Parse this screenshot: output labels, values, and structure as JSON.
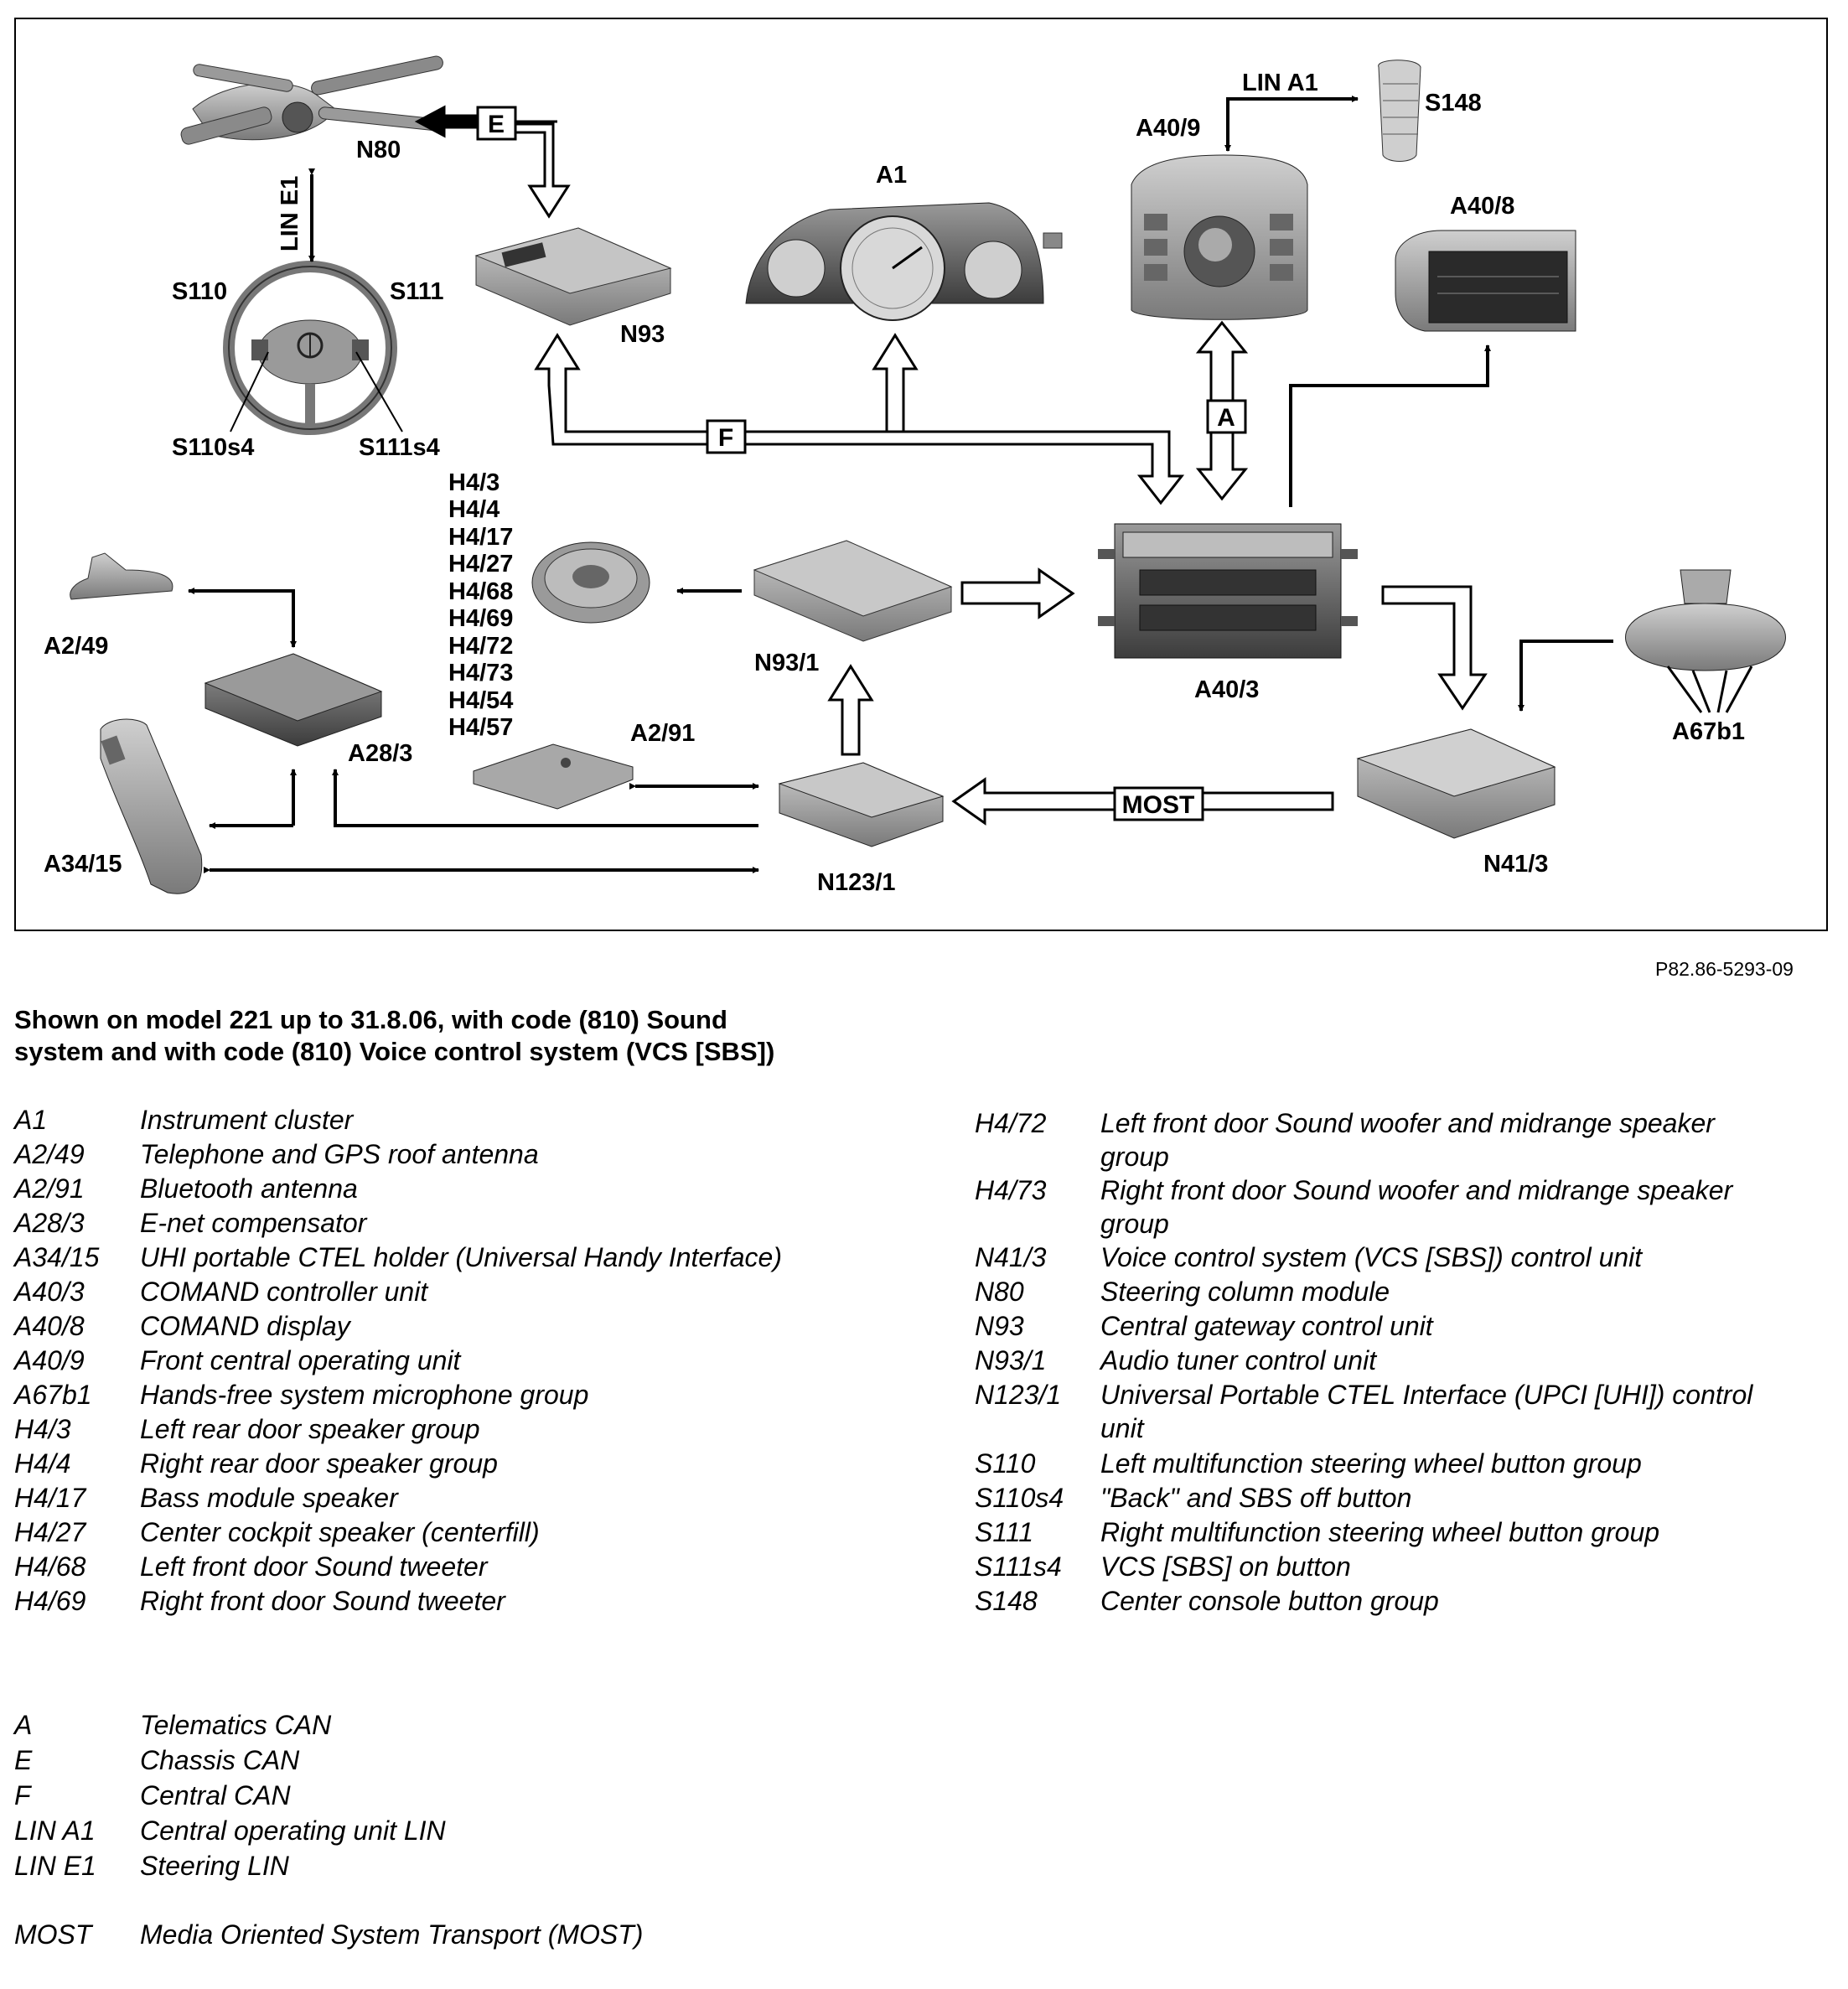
{
  "diagram": {
    "components": {
      "N80": "N80",
      "S110": "S110",
      "S111": "S111",
      "S110s4": "S110s4",
      "S111s4": "S111s4",
      "N93": "N93",
      "A1": "A1",
      "A40_9": "A40/9",
      "S148": "S148",
      "A40_8": "A40/8",
      "A40_3": "A40/3",
      "N93_1": "N93/1",
      "A2_49": "A2/49",
      "A28_3": "A28/3",
      "A34_15": "A34/15",
      "A2_91": "A2/91",
      "N123_1": "N123/1",
      "N41_3": "N41/3",
      "A67b1": "A67b1"
    },
    "speaker_codes": [
      "H4/3",
      "H4/4",
      "H4/17",
      "H4/27",
      "H4/68",
      "H4/69",
      "H4/72",
      "H4/73",
      "H4/54",
      "H4/57"
    ],
    "bus_labels": {
      "E": "E",
      "F": "F",
      "A": "A",
      "MOST": "MOST",
      "LIN_A1": "LIN A1",
      "LIN_E1": "LIN E1"
    }
  },
  "figure_ref": "P82.86-5293-09",
  "caption_lines": [
    "Shown on model 221 up to 31.8.06, with code (810) Sound",
    "system and with code (810) Voice control system (VCS [SBS])"
  ],
  "legend_left": [
    {
      "code": "A1",
      "desc": "Instrument cluster"
    },
    {
      "code": "A2/49",
      "desc": "Telephone and GPS roof antenna"
    },
    {
      "code": "A2/91",
      "desc": "Bluetooth antenna"
    },
    {
      "code": "A28/3",
      "desc": "E-net compensator"
    },
    {
      "code": "A34/15",
      "desc": "UHI portable CTEL holder (Universal Handy Interface)"
    },
    {
      "code": "A40/3",
      "desc": "COMAND controller unit"
    },
    {
      "code": "A40/8",
      "desc": "COMAND display"
    },
    {
      "code": "A40/9",
      "desc": "Front central operating unit"
    },
    {
      "code": "A67b1",
      "desc": "Hands-free system microphone group"
    },
    {
      "code": "H4/3",
      "desc": "Left rear door speaker group"
    },
    {
      "code": "H4/4",
      "desc": "Right rear door speaker group"
    },
    {
      "code": "H4/17",
      "desc": "Bass module speaker"
    },
    {
      "code": "H4/27",
      "desc": "Center cockpit speaker (centerfill)"
    },
    {
      "code": "H4/68",
      "desc": "Left front door Sound tweeter"
    },
    {
      "code": "H4/69",
      "desc": "Right front door Sound tweeter"
    }
  ],
  "legend_right": [
    {
      "code": "H4/72",
      "desc": "Left front door Sound woofer and midrange speaker",
      "desc2": "group"
    },
    {
      "code": "H4/73",
      "desc": "Right front door Sound woofer and midrange speaker",
      "desc2": "group"
    },
    {
      "code": "N41/3",
      "desc": "Voice control system (VCS [SBS]) control unit"
    },
    {
      "code": "N80",
      "desc": "Steering column module"
    },
    {
      "code": "N93",
      "desc": "Central gateway control unit"
    },
    {
      "code": "N93/1",
      "desc": "Audio tuner control unit"
    },
    {
      "code": "N123/1",
      "desc": "Universal Portable CTEL Interface (UPCI [UHI]) control",
      "desc2": "unit"
    },
    {
      "code": "S110",
      "desc": "Left multifunction steering wheel button group"
    },
    {
      "code": "S110s4",
      "desc": "\"Back\" and SBS off button"
    },
    {
      "code": "S111",
      "desc": "Right multifunction steering wheel button group"
    },
    {
      "code": "S111s4",
      "desc": "VCS [SBS] on button"
    },
    {
      "code": "S148",
      "desc": "Center console button group"
    }
  ],
  "legend_bus": [
    {
      "code": "A",
      "desc": "Telematics CAN"
    },
    {
      "code": "E",
      "desc": "Chassis CAN"
    },
    {
      "code": "F",
      "desc": "Central CAN"
    },
    {
      "code": "LIN A1",
      "desc": "Central operating unit LIN"
    },
    {
      "code": "LIN E1",
      "desc": "Steering LIN"
    },
    {
      "code": "MOST",
      "desc": "Media Oriented System Transport (MOST)"
    }
  ]
}
